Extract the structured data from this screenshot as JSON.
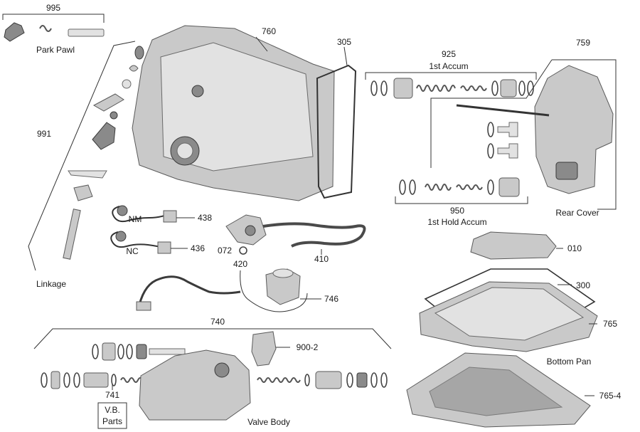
{
  "callouts": {
    "park_pawl_num": "995",
    "park_pawl": "Park Pawl",
    "case": "760",
    "gasket": "305",
    "first_accum_num": "925",
    "first_accum": "1st Accum",
    "rear_cover_num": "759",
    "rear_cover": "Rear Cover",
    "linkage_num": "991",
    "linkage": "Linkage",
    "hold_accum_num": "950",
    "hold_accum": "1st Hold Accum",
    "nm": "NM",
    "nm_num": "438",
    "nc": "NC",
    "nc_num": "436",
    "switch_num": "410",
    "seal_num": "072",
    "harness_num": "420",
    "solenoid_num": "746",
    "valve_body_num": "740",
    "vb_parts_num": "741",
    "vb_parts_line1": "V.B.",
    "vb_parts_line2": "Parts",
    "valve_body": "Valve Body",
    "cover_plate_num": "900-2",
    "filter_num": "010",
    "pan_gasket_num": "300",
    "bottom_pan_num": "765",
    "bottom_pan": "Bottom Pan",
    "skid_pan_num": "765-4"
  }
}
